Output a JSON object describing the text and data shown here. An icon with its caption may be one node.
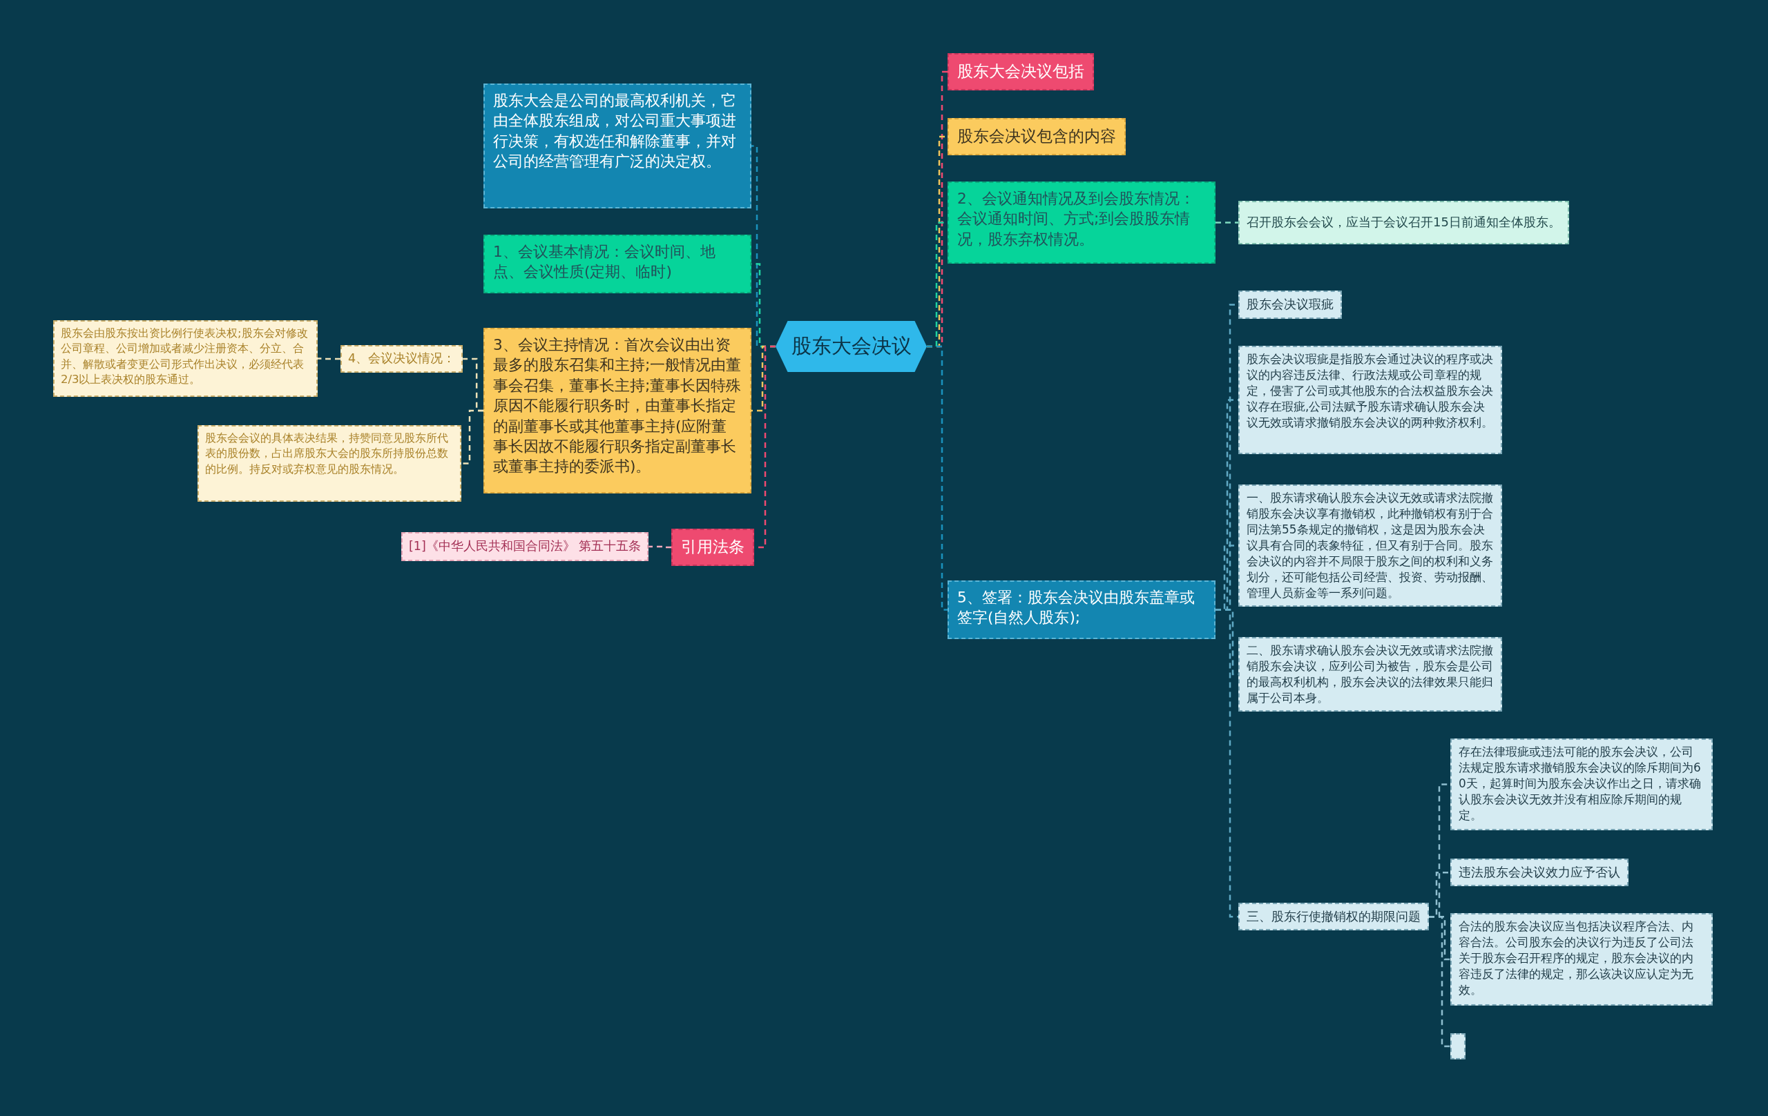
{
  "diagram": {
    "nodes": [
      {
        "text": [
          "股东大会决议"
        ]
      },
      {
        "text": [
          "股东大会是公司的最高权利机关，它由全体股东组成，对公司重大事项进行决策，有权选任和解除董事，并对公司的经营管理有广泛的决定权。"
        ]
      },
      {
        "text": [
          "1、会议基本情况：会议时间、地点、会议性质(定期、临时)"
        ]
      },
      {
        "text": [
          "3、会议主持情况：首次会议由出资最多的股东召集和主持;一般情况由董事会召集，董事长主持;董事长因特殊原因不能履行职务时，由董事长指定的副董事长或其他董事主持(应附董事长因故不能履行职务指定副董事长或董事主持的委派书)。"
        ]
      },
      {
        "text": [
          "4、会议决议情况："
        ]
      },
      {
        "text": [
          "股东会由股东按出资比例行使表决权;股东会对修改公司章程、公司增加或者减少注册资本、分立、合并、解散或者变更公司形式作出决议，必须经代表2/3以上表决权的股东通过。"
        ]
      },
      {
        "text": [
          "股东会会议的具体表决结果，持赞同意见股东所代表的股份数，占出席股东大会的股东所持股份总数的比例。持反对或弃权意见的股东情况。"
        ]
      },
      {
        "text": [
          "引用法条"
        ]
      },
      {
        "text": [
          "[1]《中华人民共和国合同法》 第五十五条"
        ]
      },
      {
        "text": [
          "股东大会决议包括"
        ]
      },
      {
        "text": [
          "股东会决议包含的内容"
        ]
      },
      {
        "text": [
          "2、会议通知情况及到会股东情况：会议通知时间、方式;到会股股东情况，股东弃权情况。"
        ]
      },
      {
        "text": [
          "召开股东会会议，应当于会议召开15日前通知全体股东。"
        ]
      },
      {
        "text": [
          "5、签署：股东会决议由股东盖章或签字(自然人股东);"
        ]
      },
      {
        "text": [
          "股东会决议瑕疵"
        ]
      },
      {
        "text": [
          "股东会决议瑕疵是指股东会通过决议的程序或决议的内容违反法律、行政法规或公司章程的规定，侵害了公司或其他股东的合法权益股东会决议存在瑕疵,公司法赋予股东请求确认股东会决议无效或请求撤销股东会决议的两种救济权利。"
        ]
      },
      {
        "text": [
          "一、股东请求确认股东会决议无效或请求法院撤销股东会决议享有撤销权，此种撤销权有别于合同法第55条规定的撤销权，这是因为股东会决议具有合同的表象特征，但又有别于合同。股东会决议的内容并不局限于股东之间的权利和义务划分，还可能包括公司经营、投资、劳动报酬、管理人员薪金等一系列问题。"
        ]
      },
      {
        "text": [
          "二、股东请求确认股东会决议无效或请求法院撤销股东会决议，应列公司为被告，股东会是公司的最高权利机构，股东会决议的法律效果只能归属于公司本身。"
        ]
      },
      {
        "text": [
          "三、股东行使撤销权的期限问题"
        ]
      },
      {
        "text": [
          "存在法律瑕疵或违法可能的股东会决议，公司法规定股东请求撤销股东会决议的除斥期间为60天，起算时间为股东会决议作出之日，请求确认股东会决议无效并没有相应除斥期间的规定。"
        ]
      },
      {
        "text": [
          "违法股东会决议效力应予否认"
        ]
      },
      {
        "text": [
          "合法的股东会决议应当包括决议程序合法、内容合法。公司股东会的决议行为违反了公司法关于股东会召开程序的规定，股东会决议的内容违反了法律的规定，那么该决议应认定为无效。"
        ]
      },
      {
        "text": [],
        "shape": "box"
      }
    ],
    "edges": [
      {
        "from": 0,
        "to": 1,
        "arrow": "none",
        "style": "dashed",
        "color": "#1a92bd"
      },
      {
        "from": 0,
        "to": 2,
        "arrow": "none",
        "style": "dashed",
        "color": "#1fd3a0"
      },
      {
        "from": 0,
        "to": 3,
        "arrow": "none",
        "style": "dashed",
        "color": "#f2c55c"
      },
      {
        "from": 3,
        "to": 4,
        "arrow": "none",
        "style": "dashed",
        "color": "#efe2b8"
      },
      {
        "from": 4,
        "to": 5,
        "arrow": "none",
        "style": "dashed",
        "color": "#efe2b8"
      },
      {
        "from": 3,
        "to": 6,
        "arrow": "none",
        "style": "dashed",
        "color": "#efe2b8"
      },
      {
        "from": 0,
        "to": 7,
        "arrow": "none",
        "style": "dashed",
        "color": "#ef4a70"
      },
      {
        "from": 7,
        "to": 8,
        "arrow": "none",
        "style": "dashed",
        "color": "#f4a9bc"
      },
      {
        "from": 0,
        "to": 9,
        "arrow": "none",
        "style": "dashed",
        "color": "#ef4a70"
      },
      {
        "from": 0,
        "to": 10,
        "arrow": "none",
        "style": "dashed",
        "color": "#f2c55c"
      },
      {
        "from": 0,
        "to": 11,
        "arrow": "none",
        "style": "dashed",
        "color": "#1fd3a0"
      },
      {
        "from": 11,
        "to": 12,
        "arrow": "none",
        "style": "dashed",
        "color": "#7fdcbf"
      },
      {
        "from": 0,
        "to": 13,
        "arrow": "none",
        "style": "dashed",
        "color": "#1a92bd"
      },
      {
        "from": 13,
        "to": 14,
        "arrow": "none",
        "style": "dashed",
        "color": "#5fa9c4"
      },
      {
        "from": 13,
        "to": 15,
        "arrow": "none",
        "style": "dashed",
        "color": "#5fa9c4"
      },
      {
        "from": 13,
        "to": 16,
        "arrow": "none",
        "style": "dashed",
        "color": "#5fa9c4"
      },
      {
        "from": 13,
        "to": 17,
        "arrow": "none",
        "style": "dashed",
        "color": "#5fa9c4"
      },
      {
        "from": 13,
        "to": 18,
        "arrow": "none",
        "style": "dashed",
        "color": "#5fa9c4"
      },
      {
        "from": 18,
        "to": 19,
        "arrow": "none",
        "style": "dashed",
        "color": "#8fbfd0"
      },
      {
        "from": 18,
        "to": 20,
        "arrow": "none",
        "style": "dashed",
        "color": "#8fbfd0"
      },
      {
        "from": 18,
        "to": 21,
        "arrow": "none",
        "style": "dashed",
        "color": "#8fbfd0"
      },
      {
        "from": 18,
        "to": 22,
        "arrow": "none",
        "style": "dashed",
        "color": "#8fbfd0"
      }
    ]
  }
}
